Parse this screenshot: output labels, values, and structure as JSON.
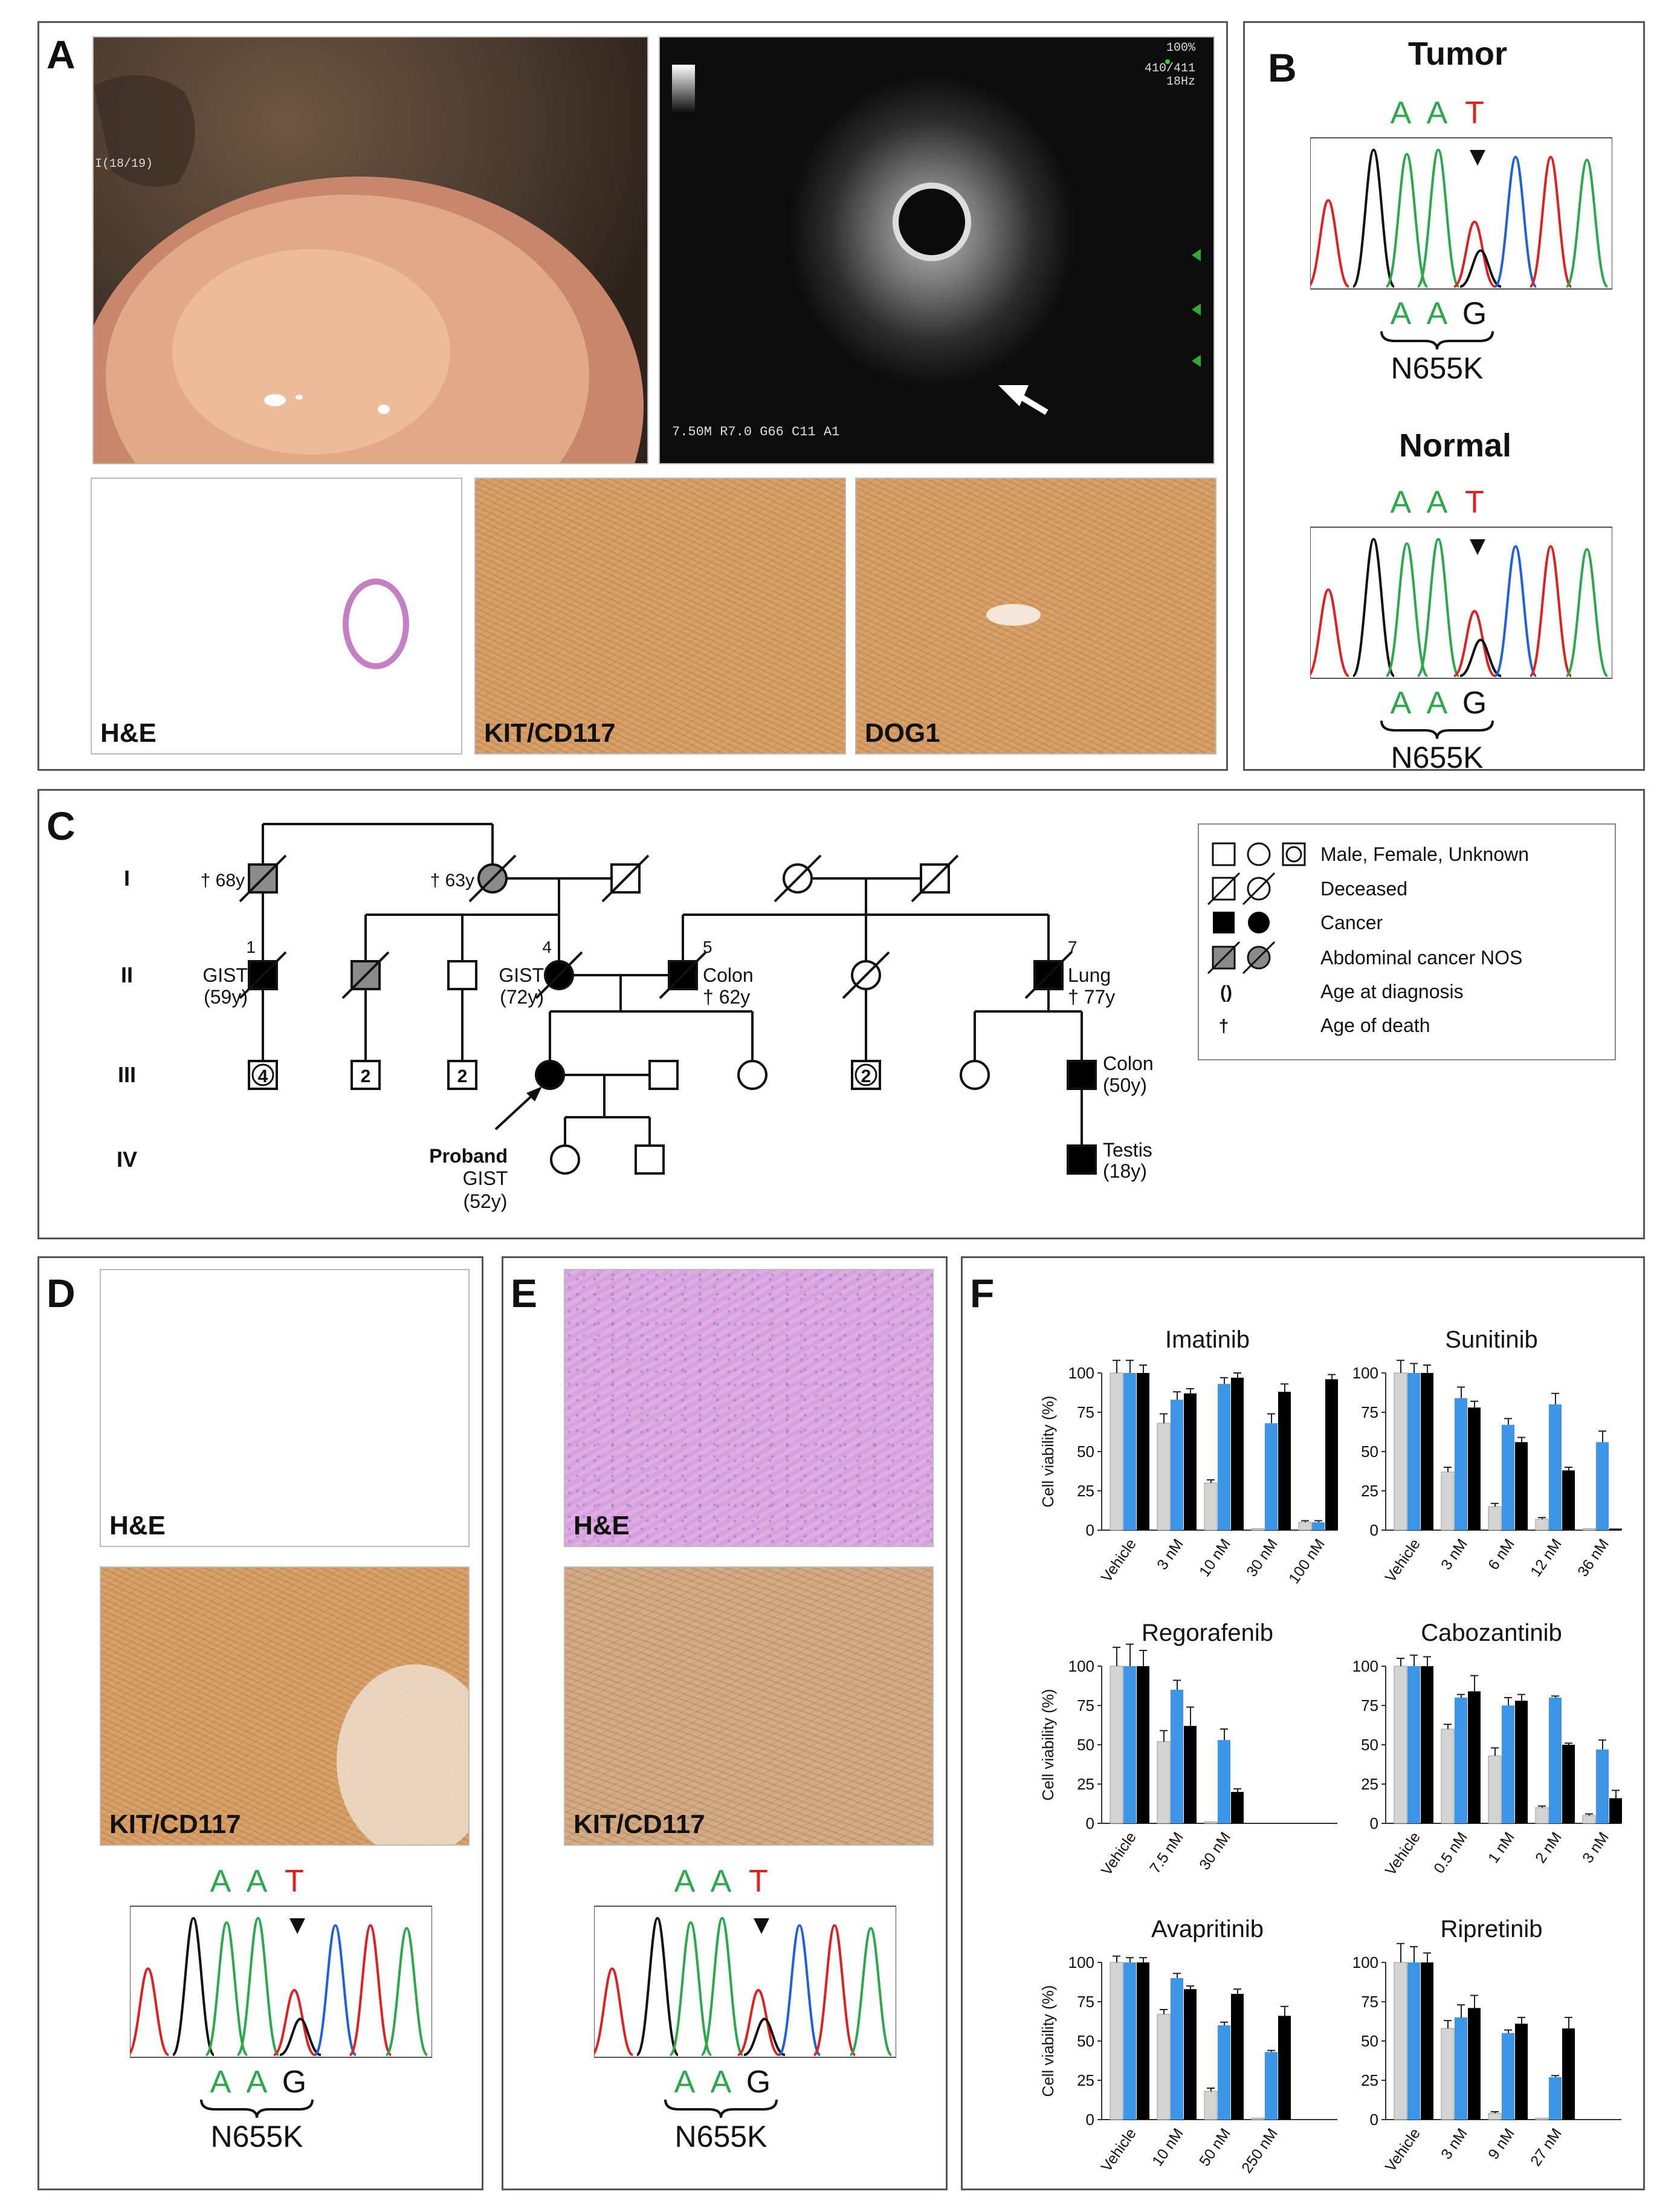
{
  "panels": {
    "A": {
      "label": "A",
      "endoscopy": {
        "counter": "I(18/19)"
      },
      "eus": {
        "zoom": "100%",
        "frame": "410/411",
        "rate": "18Hz",
        "settings": "7.50M R7.0 G66 C11 A1"
      },
      "stains": [
        "H&E",
        "KIT/CD117",
        "DOG1"
      ]
    },
    "B": {
      "label": "B",
      "tumor_title": "Tumor",
      "normal_title": "Normal",
      "ref_bases": [
        "A",
        "A",
        "T"
      ],
      "mut_bases": [
        "A",
        "A",
        "G"
      ],
      "mutation": "N655K"
    },
    "C": {
      "label": "C",
      "generations": [
        "I",
        "II",
        "III",
        "IV"
      ],
      "gen1": {
        "paternal_age": "† 68y",
        "maternal_age": "† 63y"
      },
      "gen2": {
        "p1_num": "1",
        "p1_dx": "GIST",
        "p1_age": "(59y)",
        "p4_num": "4",
        "p4_dx": "GIST",
        "p4_age": "(72y)",
        "p5_num": "5",
        "p5_dx": "Colon",
        "p5_death": "† 62y",
        "p7_num": "7",
        "p7_dx": "Lung",
        "p7_death": "† 77y"
      },
      "gen3": {
        "sib_counts": [
          "4",
          "2",
          "2",
          "2"
        ],
        "colon": "Colon",
        "colon_age": "(50y)"
      },
      "gen4": {
        "testis": "Testis",
        "testis_age": "(18y)"
      },
      "proband": {
        "label": "Proband",
        "dx": "GIST",
        "age": "(52y)"
      },
      "legend": [
        "Male, Female, Unknown",
        "Deceased",
        "Cancer",
        "Abdominal cancer NOS",
        "Age at diagnosis",
        "Age of death"
      ],
      "legend_symbols": [
        "()",
        "†"
      ]
    },
    "D": {
      "label": "D",
      "stains": [
        "H&E",
        "KIT/CD117"
      ],
      "ref_bases": [
        "A",
        "A",
        "T"
      ],
      "mut_bases": [
        "A",
        "A",
        "G"
      ],
      "mutation": "N655K"
    },
    "E": {
      "label": "E",
      "stains": [
        "H&E",
        "KIT/CD117"
      ],
      "ref_bases": [
        "A",
        "A",
        "T"
      ],
      "mut_bases": [
        "A",
        "A",
        "G"
      ],
      "mutation": "N655K"
    },
    "F": {
      "label": "F"
    }
  },
  "colors": {
    "base_A": "#2aa84a",
    "base_T": "#e02020",
    "base_G": "#111111",
    "bar_gray": "#d4d4d4",
    "bar_blue": "#3c95e6",
    "bar_black": "#000000",
    "affected_gray": "#8a8a8a"
  },
  "chart_data": [
    {
      "type": "bar",
      "title": "Imatinib",
      "ylabel": "Cell viability (%)",
      "ylim": [
        0,
        100
      ],
      "yticks": [
        0,
        25,
        50,
        75,
        100
      ],
      "categories": [
        "Vehicle",
        "3 nM",
        "10 nM",
        "30 nM",
        "100 nM"
      ],
      "series": [
        {
          "values": [
            100,
            68,
            30,
            1,
            5
          ],
          "errors": [
            8,
            6,
            2,
            0,
            1
          ]
        },
        {
          "values": [
            100,
            83,
            93,
            68,
            5
          ],
          "errors": [
            8,
            5,
            4,
            6,
            1
          ]
        },
        {
          "values": [
            100,
            87,
            97,
            88,
            96
          ],
          "errors": [
            5,
            3,
            3,
            5,
            3
          ]
        }
      ]
    },
    {
      "type": "bar",
      "title": "Sunitinib",
      "ylabel": "",
      "ylim": [
        0,
        100
      ],
      "yticks": [
        0,
        25,
        50,
        75,
        100
      ],
      "categories": [
        "Vehicle",
        "3 nM",
        "6 nM",
        "12 nM",
        "36 nM"
      ],
      "series": [
        {
          "values": [
            100,
            37,
            15,
            7,
            1
          ],
          "errors": [
            8,
            3,
            2,
            1,
            0
          ]
        },
        {
          "values": [
            100,
            84,
            67,
            80,
            56
          ],
          "errors": [
            6,
            7,
            4,
            7,
            7
          ]
        },
        {
          "values": [
            100,
            78,
            56,
            38,
            1
          ],
          "errors": [
            5,
            4,
            3,
            2,
            0
          ]
        }
      ]
    },
    {
      "type": "bar",
      "title": "Regorafenib",
      "ylabel": "Cell viability (%)",
      "ylim": [
        0,
        100
      ],
      "yticks": [
        0,
        25,
        50,
        75,
        100
      ],
      "categories": [
        "Vehicle",
        "7.5 nM",
        "30 nM"
      ],
      "series": [
        {
          "values": [
            100,
            52,
            1
          ],
          "errors": [
            12,
            7,
            0
          ]
        },
        {
          "values": [
            100,
            85,
            53
          ],
          "errors": [
            14,
            6,
            7
          ]
        },
        {
          "values": [
            100,
            62,
            20
          ],
          "errors": [
            10,
            12,
            2
          ]
        }
      ]
    },
    {
      "type": "bar",
      "title": "Cabozantinib",
      "ylabel": "",
      "ylim": [
        0,
        100
      ],
      "yticks": [
        0,
        25,
        50,
        75,
        100
      ],
      "categories": [
        "Vehicle",
        "0.5 nM",
        "1 nM",
        "2 nM",
        "3 nM"
      ],
      "series": [
        {
          "values": [
            100,
            60,
            43,
            10,
            5
          ],
          "errors": [
            5,
            3,
            5,
            1,
            1
          ]
        },
        {
          "values": [
            100,
            80,
            75,
            80,
            47
          ],
          "errors": [
            7,
            2,
            5,
            1,
            6
          ]
        },
        {
          "values": [
            100,
            84,
            78,
            50,
            16
          ],
          "errors": [
            6,
            10,
            4,
            1,
            5
          ]
        }
      ]
    },
    {
      "type": "bar",
      "title": "Avapritinib",
      "ylabel": "Cell viability (%)",
      "ylim": [
        0,
        100
      ],
      "yticks": [
        0,
        25,
        50,
        75,
        100
      ],
      "categories": [
        "Vehicle",
        "10 nM",
        "50 nM",
        "250 nM"
      ],
      "series": [
        {
          "values": [
            100,
            67,
            18,
            1
          ],
          "errors": [
            4,
            3,
            2,
            0
          ]
        },
        {
          "values": [
            100,
            90,
            60,
            43
          ],
          "errors": [
            3,
            3,
            2,
            1
          ]
        },
        {
          "values": [
            100,
            83,
            80,
            66
          ],
          "errors": [
            3,
            2,
            3,
            6
          ]
        }
      ]
    },
    {
      "type": "bar",
      "title": "Ripretinib",
      "ylabel": "",
      "ylim": [
        0,
        100
      ],
      "yticks": [
        0,
        25,
        50,
        75,
        100
      ],
      "categories": [
        "Vehicle",
        "3 nM",
        "9 nM",
        "27 nM"
      ],
      "series": [
        {
          "values": [
            100,
            58,
            4,
            1
          ],
          "errors": [
            12,
            5,
            1,
            0
          ]
        },
        {
          "values": [
            100,
            65,
            55,
            27
          ],
          "errors": [
            10,
            8,
            2,
            1
          ]
        },
        {
          "values": [
            100,
            71,
            61,
            58
          ],
          "errors": [
            6,
            8,
            4,
            7
          ]
        }
      ]
    }
  ]
}
